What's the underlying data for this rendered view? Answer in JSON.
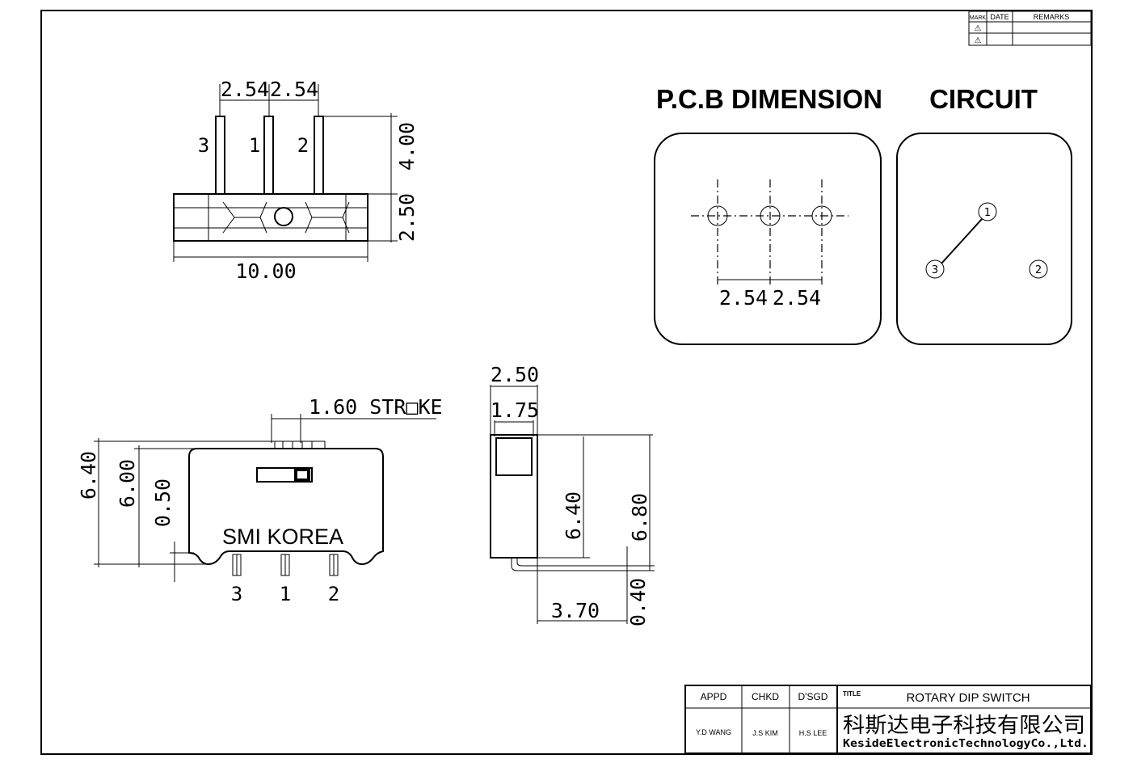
{
  "revision_table": {
    "headers": [
      "MARK",
      "DATE",
      "REMARKS"
    ],
    "rows": [
      {
        "mark": "⚠"
      },
      {
        "mark": "⚠"
      }
    ]
  },
  "top_view": {
    "pitch_left": "2.54",
    "pitch_right": "2.54",
    "pin_left": "3",
    "pin_middle": "1",
    "pin_right": "2",
    "pin_length": "4.00",
    "body_height": "2.50",
    "body_width": "10.00"
  },
  "pcb": {
    "title": "P.C.B DIMENSION",
    "pitch_left": "2.54",
    "pitch_right": "2.54"
  },
  "circuit": {
    "title": "CIRCUIT",
    "terminal_1": "1",
    "terminal_2": "2",
    "terminal_3": "3"
  },
  "front_view": {
    "stroke": "1.60 STR□KE",
    "overall_height": "6.40",
    "body_height": "6.00",
    "base_offset": "0.50",
    "marking": "SMI KOREA",
    "pin_left": "3",
    "pin_middle": "1",
    "pin_right": "2"
  },
  "side_view": {
    "depth": "2.50",
    "actuator_depth": "1.75",
    "body_height": "6.40",
    "total_height": "6.80",
    "foot_length": "3.70",
    "foot_thickness": "0.40"
  },
  "title_block": {
    "appd_label": "APPD",
    "chkd_label": "CHKD",
    "dsgd_label": "D'SGD",
    "title_label": "TITLE",
    "appd_name": "Y.D WANG",
    "chkd_name": "J.S KIM",
    "dsgd_name": "H.S LEE",
    "title": "ROTARY DIP SWITCH",
    "company_cn": "科斯达电子科技有限公司",
    "company_en": "KesideElectronicTechnologyCo.,Ltd."
  }
}
